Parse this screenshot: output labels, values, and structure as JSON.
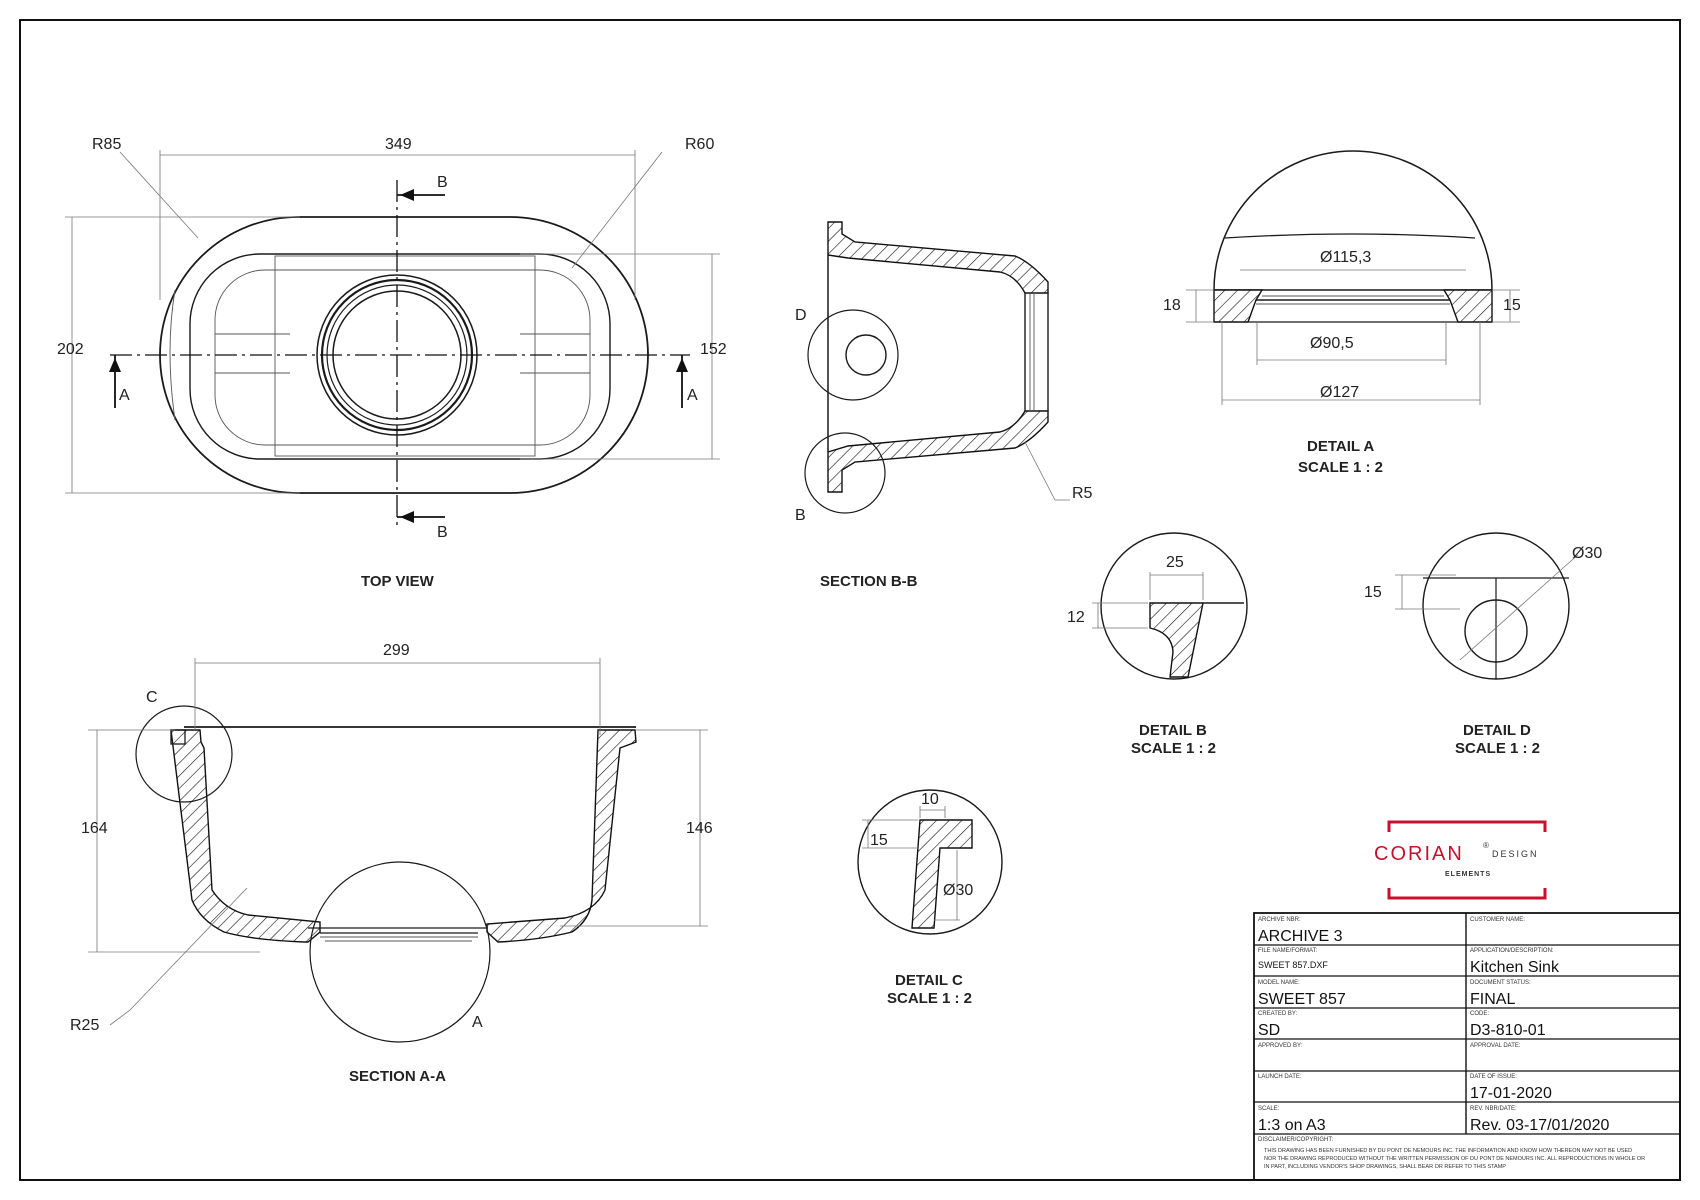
{
  "views": {
    "top_view": "TOP VIEW",
    "section_bb": "SECTION B-B",
    "section_aa": "SECTION A-A",
    "detail_a": "DETAIL A",
    "detail_b": "DETAIL B",
    "detail_c": "DETAIL C",
    "detail_d": "DETAIL D",
    "scale_label": "SCALE 1 : 2"
  },
  "dimensions": {
    "top_r85": "R85",
    "top_349": "349",
    "top_r60": "R60",
    "top_202": "202",
    "top_152": "152",
    "sec_r5": "R5",
    "sec_299": "299",
    "sec_164": "164",
    "sec_146": "146",
    "sec_r25": "R25",
    "da_115": "Ø115,3",
    "da_18": "18",
    "da_15": "15",
    "da_90": "Ø90,5",
    "da_127": "Ø127",
    "db_25": "25",
    "db_12": "12",
    "dd_30": "Ø30",
    "dd_15": "15",
    "dc_10": "10",
    "dc_15": "15",
    "dc_30": "Ø30"
  },
  "markers": {
    "a": "A",
    "b": "B",
    "c": "C",
    "d": "D"
  },
  "logo": {
    "brand": "CORIAN",
    "registered": "®",
    "design": "DESIGN",
    "elements": "ELEMENTS",
    "color": "#c8102e"
  },
  "title_block": {
    "archive_nbr_label": "ARCHIVE NBR:",
    "archive_nbr": "ARCHIVE 3",
    "customer_name_label": "CUSTOMER NAME:",
    "customer_name": "",
    "file_name_label": "FILE NAME/FORMAT:",
    "file_name": "SWEET 857.DXF",
    "application_label": "APPLICATION/DESCRIPTION:",
    "application": "Kitchen Sink",
    "model_name_label": "MODEL NAME:",
    "model_name": "SWEET 857",
    "document_status_label": "DOCUMENT STATUS:",
    "document_status": "FINAL",
    "created_by_label": "CREATED BY:",
    "created_by": "SD",
    "code_label": "CODE:",
    "code": "D3-810-01",
    "approved_by_label": "APPROVED BY:",
    "approval_date_label": "APPROVAL DATE:",
    "launch_date_label": "LAUNCH DATE:",
    "date_of_issue_label": "DATE OF ISSUE:",
    "date_of_issue": "17-01-2020",
    "scale_label": "SCALE:",
    "scale": "1:3 on A3",
    "rev_label": "REV. NBR/DATE:",
    "rev": "Rev. 03-17/01/2020",
    "disclaimer_label": "DISCLAIMER/COPYRIGHT:",
    "disclaimer_1": "THIS DRAWING HAS BEEN FURNISHED BY  DU PONT DE NEMOURS INC. THE INFORMATION AND KNOW HOW THEREON MAY NOT BE USED",
    "disclaimer_2": "NOR THE DRAWING REPRODUCED WITHOUT THE WRITTEN PERMISSION OF DU PONT DE NEMOURS INC. ALL REPRODUCTIONS IN WHOLE OR",
    "disclaimer_3": "IN PART, INCLUDING VENDOR'S SHOP DRAWINGS, SHALL BEAR OR REFER TO THIS STAMP"
  }
}
